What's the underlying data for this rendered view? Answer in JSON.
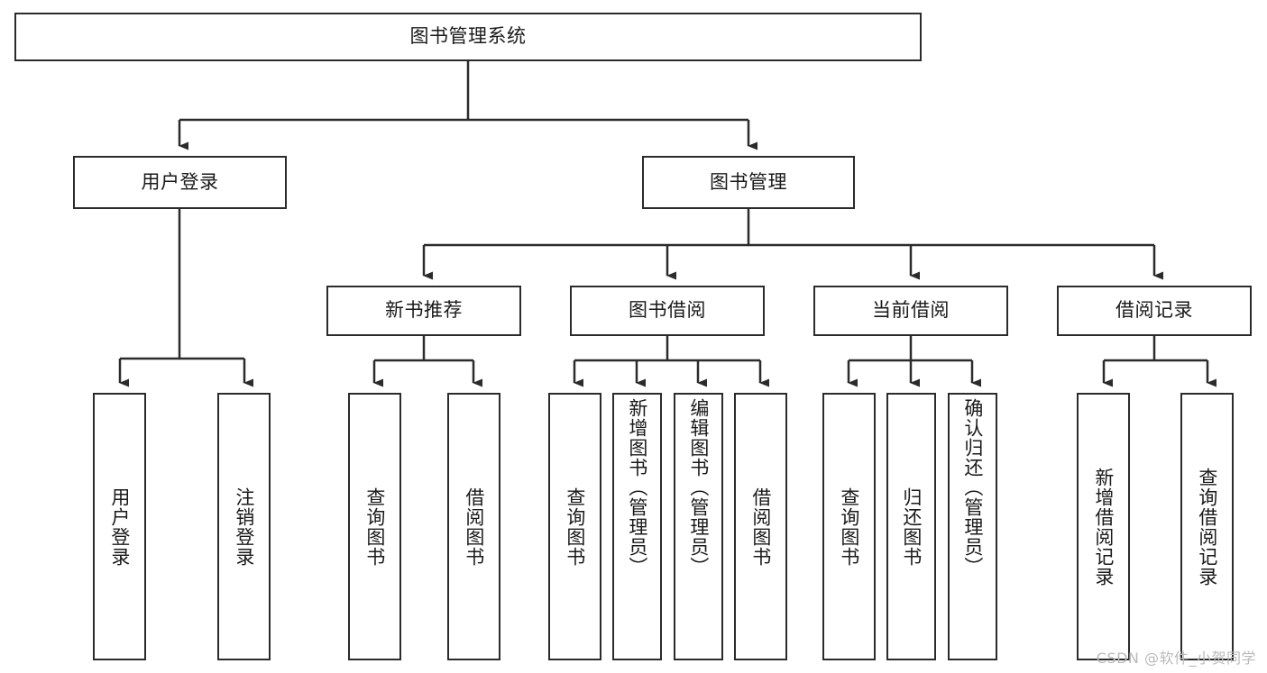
{
  "diagram": {
    "title": "图书管理系统",
    "type": "tree-hierarchy-chart",
    "stroke_color": "#2b2b2b",
    "fill_color": "#ffffff",
    "text_color": "#1a1a1a"
  },
  "root": {
    "label": "图书管理系统"
  },
  "level2": [
    {
      "label": "用户登录"
    },
    {
      "label": "图书管理"
    }
  ],
  "level3": [
    {
      "label": "新书推荐"
    },
    {
      "label": "图书借阅"
    },
    {
      "label": "当前借阅"
    },
    {
      "label": "借阅记录"
    }
  ],
  "leaves": {
    "user_login": [
      {
        "label": "用户登录"
      },
      {
        "label": "注销登录"
      }
    ],
    "new_book_recommend": [
      {
        "label": "查询图书"
      },
      {
        "label": "借阅图书"
      }
    ],
    "book_borrow": [
      {
        "label": "查询图书"
      },
      {
        "label": "新增图书（管理员）"
      },
      {
        "label": "编辑图书（管理员）"
      },
      {
        "label": "借阅图书"
      }
    ],
    "current_borrow": [
      {
        "label": "查询图书"
      },
      {
        "label": "归还图书"
      },
      {
        "label": "确认归还（管理员）"
      }
    ],
    "borrow_record": [
      {
        "label": "新增借阅记录"
      },
      {
        "label": "查询借阅记录"
      }
    ]
  },
  "watermark": {
    "text": "CSDN @软件_小贺同学"
  }
}
